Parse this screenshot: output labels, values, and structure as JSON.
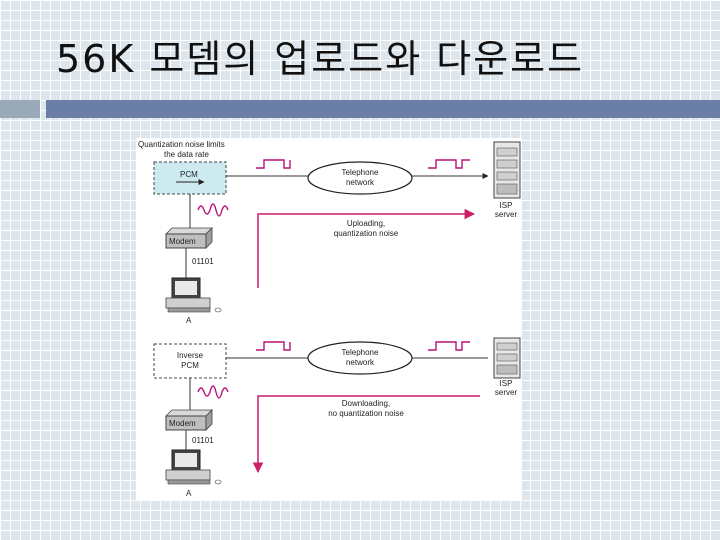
{
  "slide": {
    "title": "56K 모뎀의 업로드와 다운로드"
  },
  "diagram": {
    "upload": {
      "note_line1": "Quantization noise limits",
      "note_line2": "the data rate",
      "converter": "PCM",
      "modem": "Modem",
      "bits": "01101",
      "station": "A",
      "network_line1": "Telephone",
      "network_line2": "network",
      "server_line1": "ISP",
      "server_line2": "server",
      "caption_line1": "Uploading,",
      "caption_line2": "quantization noise"
    },
    "download": {
      "converter_line1": "Inverse",
      "converter_line2": "PCM",
      "modem": "Modem",
      "bits": "01101",
      "station": "A",
      "network_line1": "Telephone",
      "network_line2": "network",
      "server_line1": "ISP",
      "server_line2": "server",
      "caption_line1": "Downloading,",
      "caption_line2": "no quantization noise"
    },
    "colors": {
      "arrow": "#cc1f6a",
      "pcm_fill": "#cdeaf1",
      "signal": "#b8127a"
    }
  }
}
